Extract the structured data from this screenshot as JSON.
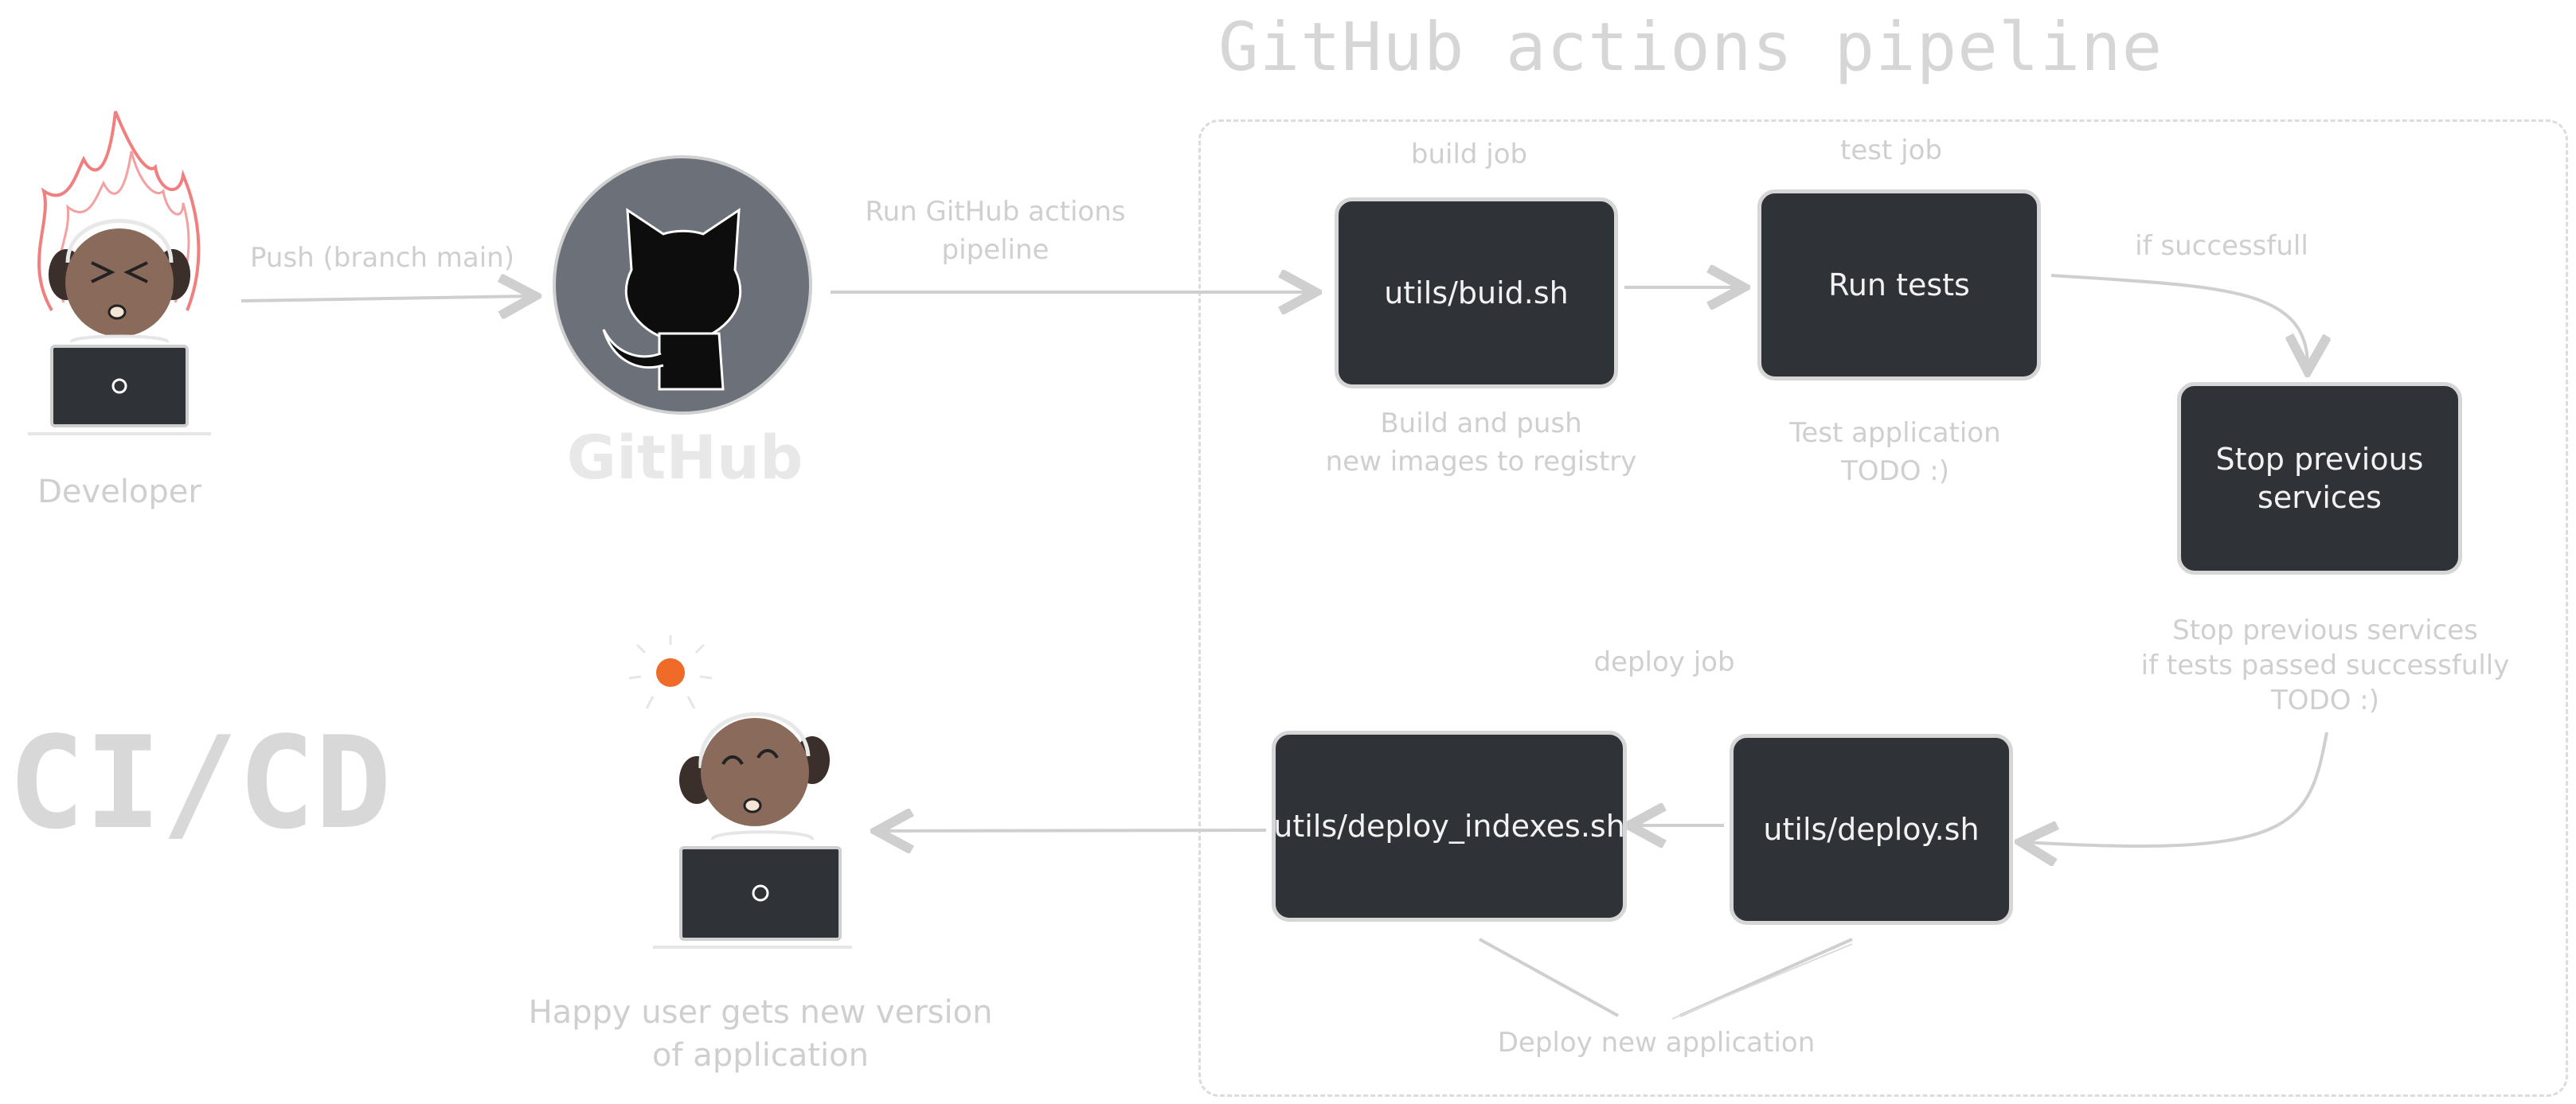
{
  "title": "GitHub actions pipeline",
  "cicd_label": "CI/CD",
  "developer": {
    "label": "Developer"
  },
  "push_label": "Push (branch main)",
  "github": {
    "label": "GitHub"
  },
  "run_pipeline_label": "Run GitHub actions\npipeline",
  "build_job": {
    "heading": "build job",
    "box_text": "utils/buid.sh",
    "caption": "Build and push\nnew images to registry"
  },
  "test_job": {
    "heading": "test job",
    "box_text": "Run tests",
    "caption": "Test application\nTODO :)"
  },
  "if_successful_label": "if successfull",
  "stop_services": {
    "box_text": "Stop previous\nservices",
    "caption": "Stop previous services\nif tests passed successfully\nTODO :)"
  },
  "deploy_job": {
    "heading": "deploy job",
    "deploy_box_text": "utils/deploy.sh",
    "deploy_indexes_box_text": "utils/deploy_indexes.sh",
    "caption": "Deploy new application"
  },
  "happy_user": {
    "caption": "Happy user gets new version\nof application"
  },
  "colors": {
    "box_fill": "#2f3236",
    "label_gray": "#cfcfcf",
    "github_circle": "#6c7179",
    "fire": "#f08080",
    "lightbulb": "#f06a28",
    "skin": "#8a6a5a"
  }
}
